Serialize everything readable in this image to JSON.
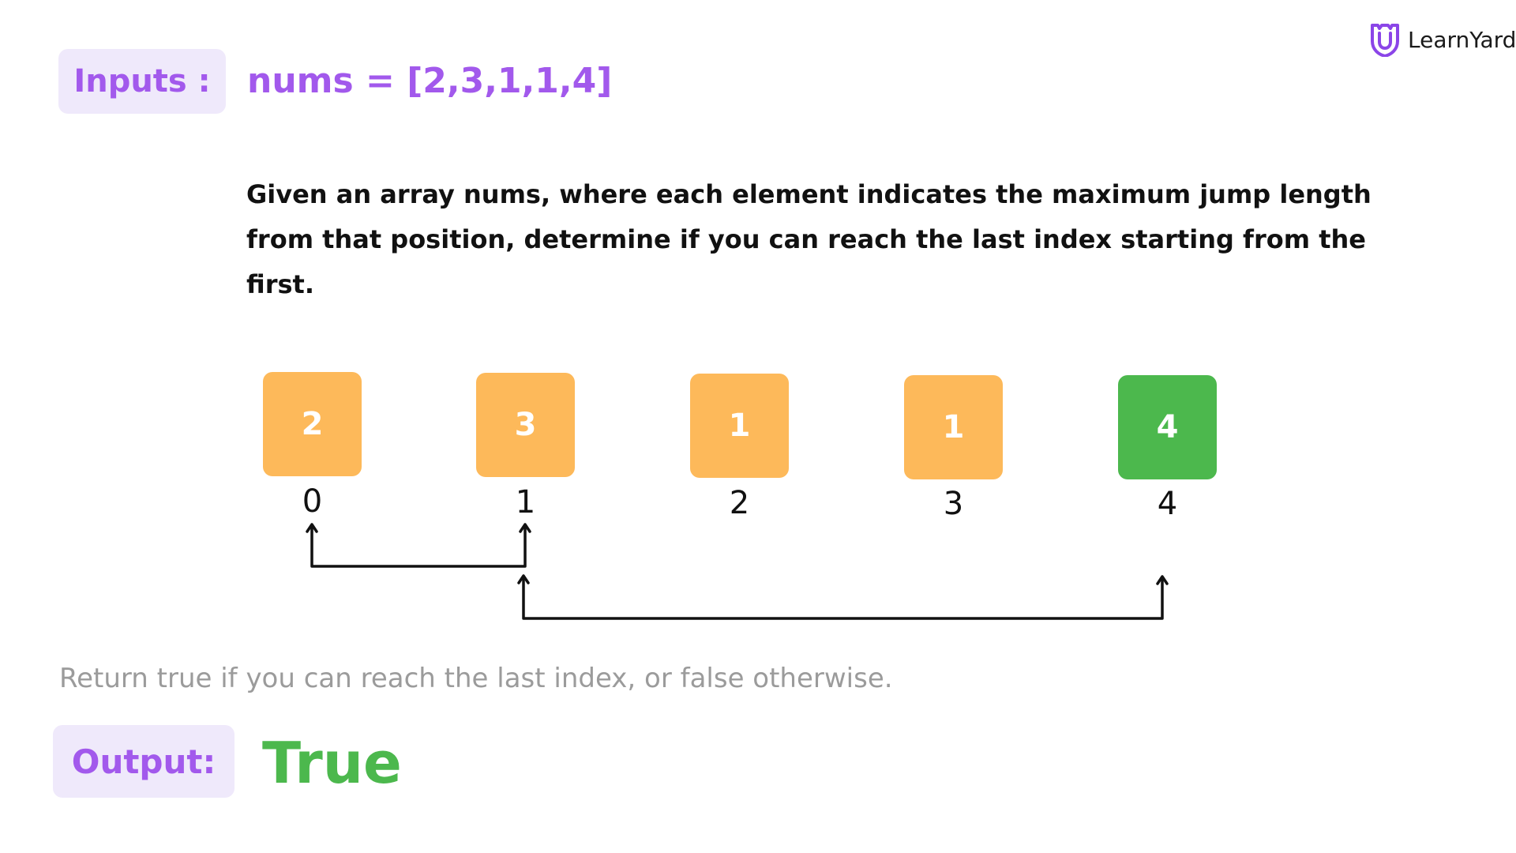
{
  "logo": {
    "icon": "shield-u-logo-icon",
    "text": "LearnYard",
    "color": "#8b45e8"
  },
  "inputs": {
    "label": "Inputs :",
    "value": "nums = [2,3,1,1,4]"
  },
  "description": "Given an array nums, where each element indicates the maximum jump length from that position, determine if you can reach the last index starting from the first.",
  "array": {
    "cells": [
      {
        "value": "2",
        "index": "0",
        "color": "#fdb95a"
      },
      {
        "value": "3",
        "index": "1",
        "color": "#fdb95a"
      },
      {
        "value": "1",
        "index": "2",
        "color": "#fdb95a"
      },
      {
        "value": "1",
        "index": "3",
        "color": "#fdb95a"
      },
      {
        "value": "4",
        "index": "4",
        "color": "#4cb84d"
      }
    ],
    "jumps": [
      {
        "from": 0,
        "to": 1
      },
      {
        "from": 1,
        "to": 4
      }
    ]
  },
  "return_text": "Return true if you can reach the last index, or false otherwise.",
  "output": {
    "label": "Output:",
    "value": "True"
  },
  "colors": {
    "accent_purple": "#a259ec",
    "label_bg": "#efe9fb",
    "success_green": "#4cb84d",
    "cell_orange": "#fdb95a"
  }
}
